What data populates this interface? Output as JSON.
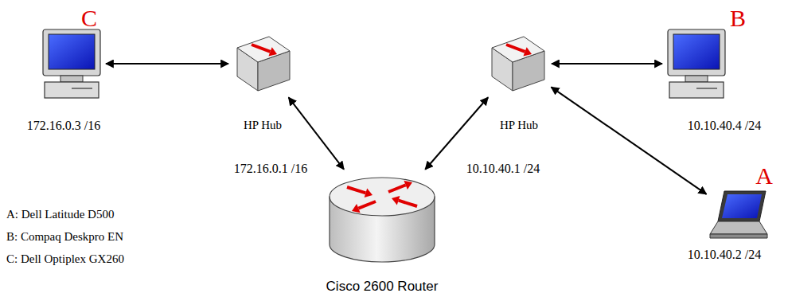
{
  "diagram": {
    "nodes": [
      {
        "text": [
          "C",
          "172.16.0.3 /16"
        ]
      },
      {
        "text": [
          "HP Hub"
        ]
      },
      {
        "text": [
          "HP Hub"
        ]
      },
      {
        "text": [
          "B",
          "10.10.40.4 /24"
        ]
      },
      {
        "text": [
          "Cisco 2600 Router"
        ]
      },
      {
        "text": [
          "A",
          "10.10.40.2 /24"
        ]
      }
    ],
    "edges": [
      {
        "from": 0,
        "to": 1,
        "arrow": "both"
      },
      {
        "from": 1,
        "to": 4,
        "label": "172.16.0.1 /16",
        "arrow": "both"
      },
      {
        "from": 2,
        "to": 4,
        "label": "10.10.40.1 /24",
        "arrow": "both"
      },
      {
        "from": 2,
        "to": 3,
        "arrow": "both"
      },
      {
        "from": 2,
        "to": 5,
        "arrow": "both"
      }
    ],
    "labels": [
      "A: Dell Latitude D500",
      "B: Compaq Deskpro EN",
      "C: Dell Optiplex GX260"
    ]
  }
}
